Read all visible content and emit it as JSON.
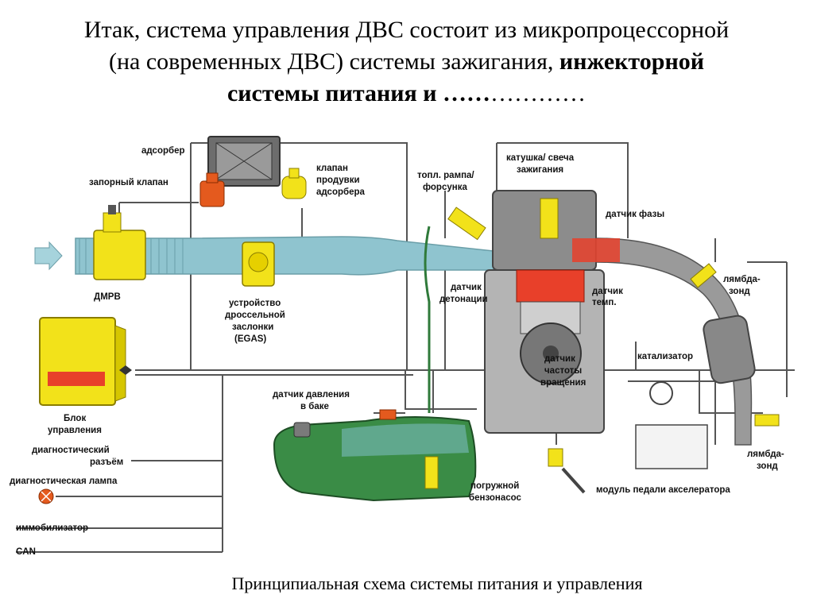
{
  "title": {
    "line1": "Итак, система управления ДВС состоит из микропроцессорной",
    "line2_normal": "(на современных ДВС) системы зажигания, ",
    "line2_bold": "инжекторной",
    "line3_bold": "системы питания и ……",
    "line3_normal": "…………"
  },
  "caption": "Принципиальная схема системы питания и управления",
  "labels": {
    "adsorber": "адсорбер",
    "shutoff_valve": "запорный клапан",
    "purge_valve_1": "клапан",
    "purge_valve_2": "продувки",
    "purge_valve_3": "адсорбера",
    "fuel_rail_1": "топл. рампа/",
    "fuel_rail_2": "форсунка",
    "coil_1": "катушка/ свеча",
    "coil_2": "зажигания",
    "phase_sensor": "датчик фазы",
    "dmrv": "ДМРВ",
    "throttle_1": "устройство",
    "throttle_2": "дроссельной",
    "throttle_3": "заслонки",
    "throttle_4": "(EGAS)",
    "knock_1": "датчик",
    "knock_2": "детонации",
    "temp_1": "датчик",
    "temp_2": "темп.",
    "lambda1_1": "лямбда-",
    "lambda1_2": "зонд",
    "catalyst": "катализатор",
    "crank_1": "датчик",
    "crank_2": "частоты",
    "crank_3": "вращения",
    "ecu_1": "Блок",
    "ecu_2": "управления",
    "diag_conn_1": "диагностический",
    "diag_conn_2": "разъём",
    "diag_lamp": "диагностическая лампа",
    "tank_sensor_1": "датчик давления",
    "tank_sensor_2": "в баке",
    "pump_1": "погружной",
    "pump_2": "бензонасос",
    "pedal": "модуль педали акселератора",
    "lambda2_1": "лямбда-",
    "lambda2_2": "зонд",
    "immobilizer": "иммобилизатор",
    "can": "CAN"
  },
  "colors": {
    "intake": "#8fc4cf",
    "component_yellow": "#f2e21a",
    "ecu_red": "#e8402a",
    "engine_gray": "#a8a8a8",
    "exhaust_gray": "#9a9a9a",
    "tank_green": "#2f7a3a",
    "fuel_blue": "#7fc0c8"
  }
}
